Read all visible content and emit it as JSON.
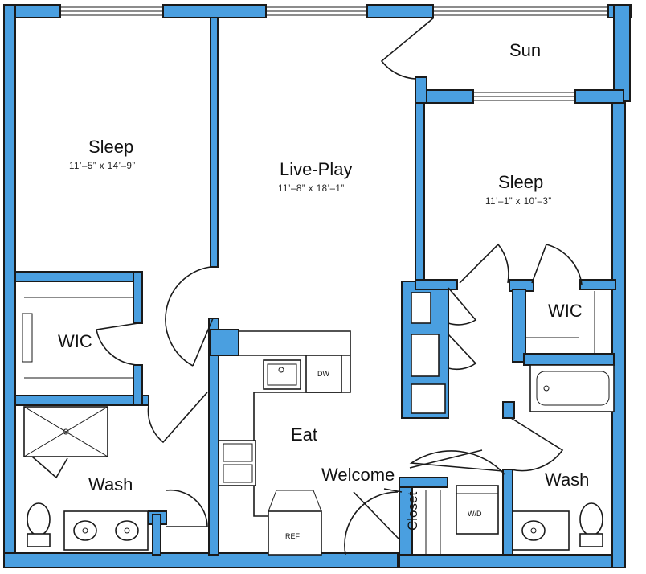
{
  "colors": {
    "wall": "#4a9fe0",
    "outline": "#1a1a1a",
    "background": "#ffffff"
  },
  "rooms": {
    "sleep_left": {
      "name": "Sleep",
      "dims": "11’–5”  x  14’–9”"
    },
    "live_play": {
      "name": "Live-Play",
      "dims": "11’–8”  x  18’–1”"
    },
    "sleep_right": {
      "name": "Sleep",
      "dims": "11’–1”  x  10’–3”"
    },
    "sun": {
      "name": "Sun"
    },
    "wic_left": {
      "name": "WIC"
    },
    "wic_right": {
      "name": "WIC"
    },
    "eat": {
      "name": "Eat"
    },
    "welcome": {
      "name": "Welcome"
    },
    "wash_left": {
      "name": "Wash"
    },
    "wash_right": {
      "name": "Wash"
    },
    "closet": {
      "name": "Closet"
    }
  },
  "fixtures": {
    "dishwasher": "DW",
    "refrigerator": "REF",
    "washer_dryer": "W/D"
  }
}
